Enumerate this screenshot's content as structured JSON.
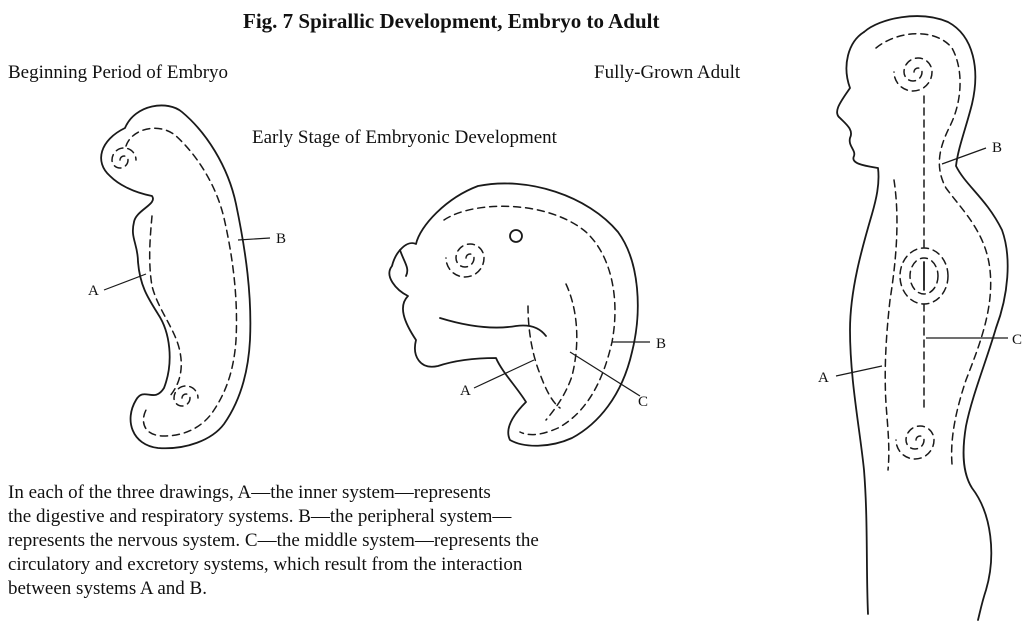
{
  "title": "Fig. 7 Spirallic Development, Embryo to Adult",
  "labels": {
    "beginning": "Beginning Period of Embryo",
    "early": "Early Stage of Embryonic Development",
    "adult": "Fully-Grown Adult"
  },
  "markers": {
    "a": "A",
    "b": "B",
    "c": "C"
  },
  "caption": [
    "In each of the three drawings, A—the inner system—represents",
    "the digestive and respiratory systems. B—the peripheral system—",
    "represents the nervous system. C—the middle system—represents the",
    "circulatory and excretory systems, which result from the interaction",
    "between systems A and B."
  ]
}
